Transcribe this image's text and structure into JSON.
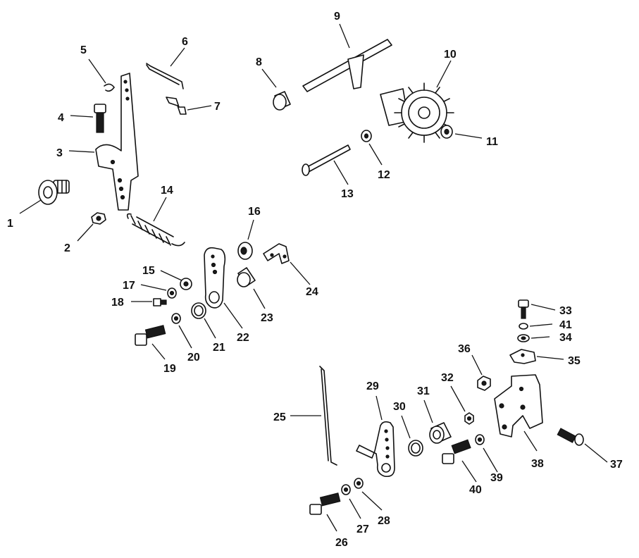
{
  "callouts": [
    "1",
    "2",
    "3",
    "4",
    "5",
    "6",
    "7",
    "8",
    "9",
    "10",
    "11",
    "12",
    "13",
    "14",
    "15",
    "16",
    "17",
    "18",
    "19",
    "20",
    "21",
    "22",
    "23",
    "24",
    "25",
    "26",
    "27",
    "28",
    "29",
    "30",
    "31",
    "32",
    "33",
    "34",
    "35",
    "36",
    "37",
    "38",
    "39",
    "40",
    "41"
  ]
}
